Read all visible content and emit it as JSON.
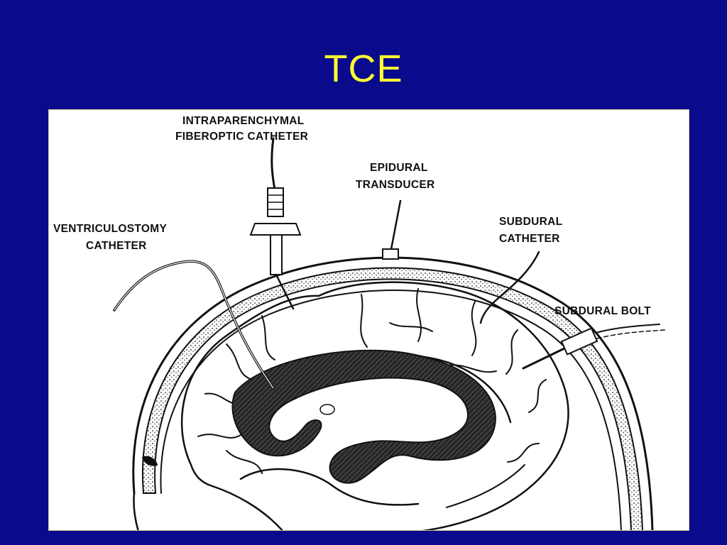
{
  "slide": {
    "title": "TCE",
    "colors": {
      "background": "#0a0a8c",
      "title": "#ffff33",
      "figure_background": "#ffffff",
      "ink": "#111111",
      "ventricle_fill": "#2b2b2b"
    }
  },
  "diagram": {
    "labels": {
      "intraparenchymal_line1": "INTRAPARENCHYMAL",
      "intraparenchymal_line2": "FIBEROPTIC CATHETER",
      "epidural_line1": "EPIDURAL",
      "epidural_line2": "TRANSDUCER",
      "ventriculostomy_line1": "VENTRICULOSTOMY",
      "ventriculostomy_line2": "CATHETER",
      "subdural_catheter_line1": "SUBDURAL",
      "subdural_catheter_line2": "CATHETER",
      "subdural_bolt": "SUBDURAL BOLT"
    },
    "icons": [
      "brain-illustration",
      "skull-outline",
      "ventricle-shape",
      "catheter",
      "bolt",
      "transducer"
    ]
  }
}
